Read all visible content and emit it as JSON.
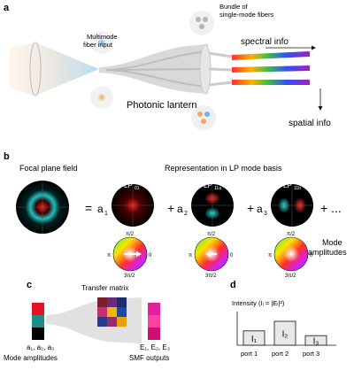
{
  "panels": {
    "a": {
      "label": "a",
      "multimode_line1": "Multimode",
      "multimode_line2": "fiber input",
      "bundle_line1": "Bundle of",
      "bundle_line2": "single-mode fibers",
      "spectral": "spectral info",
      "spatial": "spatial info",
      "lantern": "Photonic lantern"
    },
    "b": {
      "label": "b",
      "focal": "Focal plane field",
      "representation": "Representation in LP mode basis",
      "equals": "=",
      "plus": "+",
      "ellipsis": "+ ...",
      "coef1": "a",
      "coef2": "a",
      "coef3": "a",
      "sub1": "1",
      "sub2": "2",
      "sub3": "3",
      "mode1": "LP",
      "mode1_sub": "01",
      "mode2": "LP",
      "mode2_sub": "11a",
      "mode3": "LP",
      "mode3_sub": "11b",
      "phase_top": "π/2",
      "phase_left": "π",
      "phase_right": "0",
      "phase_bottom": "3π/2",
      "mode_amp1": "Mode",
      "mode_amp2": "amplitudes"
    },
    "c": {
      "label": "c",
      "transfer": "Transfer matrix",
      "inputs": "a₁, a₂, a₃",
      "outputs": "E₁, E₂, E₃",
      "mode_amplitudes": "Mode amplitudes",
      "smf_outputs": "SMF outputs"
    },
    "d": {
      "label": "d",
      "ylabel": "Intensity (Iᵢ = |Eᵢ|²)",
      "bar1": "I₁",
      "bar2": "I₂",
      "bar3": "I₃",
      "port1": "port 1",
      "port2": "port 2",
      "port3": "port 3"
    }
  },
  "colors": {
    "lantern_gray": "#cfcfcf",
    "beam_blue": "#6fb7e6",
    "beam_orange": "#f2a860",
    "bar_fill": "#e8e8e8"
  },
  "chart_data": {
    "type": "bar",
    "categories": [
      "port 1",
      "port 2",
      "port 3"
    ],
    "values": [
      0.45,
      0.75,
      0.3
    ],
    "ylabel": "Intensity (Iᵢ = |Eᵢ|²)"
  }
}
